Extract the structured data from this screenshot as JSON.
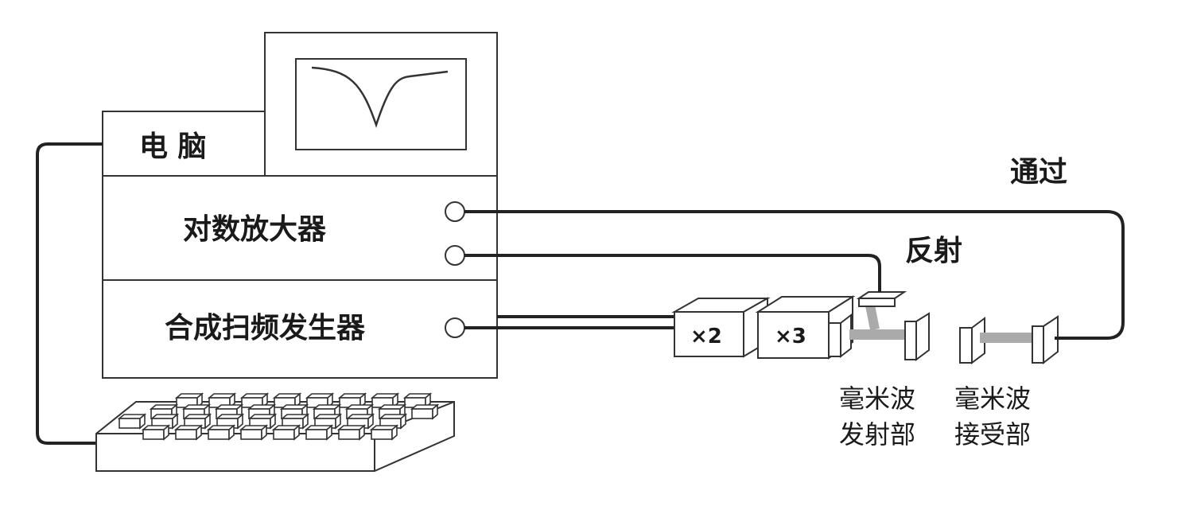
{
  "labels": {
    "computer": "电  脑",
    "log_amplifier": "对数放大器",
    "sweep_generator": "合成扫频发生器",
    "transmission": "通过",
    "reflection": "反射",
    "multiplier_x2": "×2",
    "multiplier_x3": "×3",
    "transmitter": [
      "毫米波",
      "发射部"
    ],
    "receiver": [
      "毫米波",
      "接受部"
    ]
  }
}
